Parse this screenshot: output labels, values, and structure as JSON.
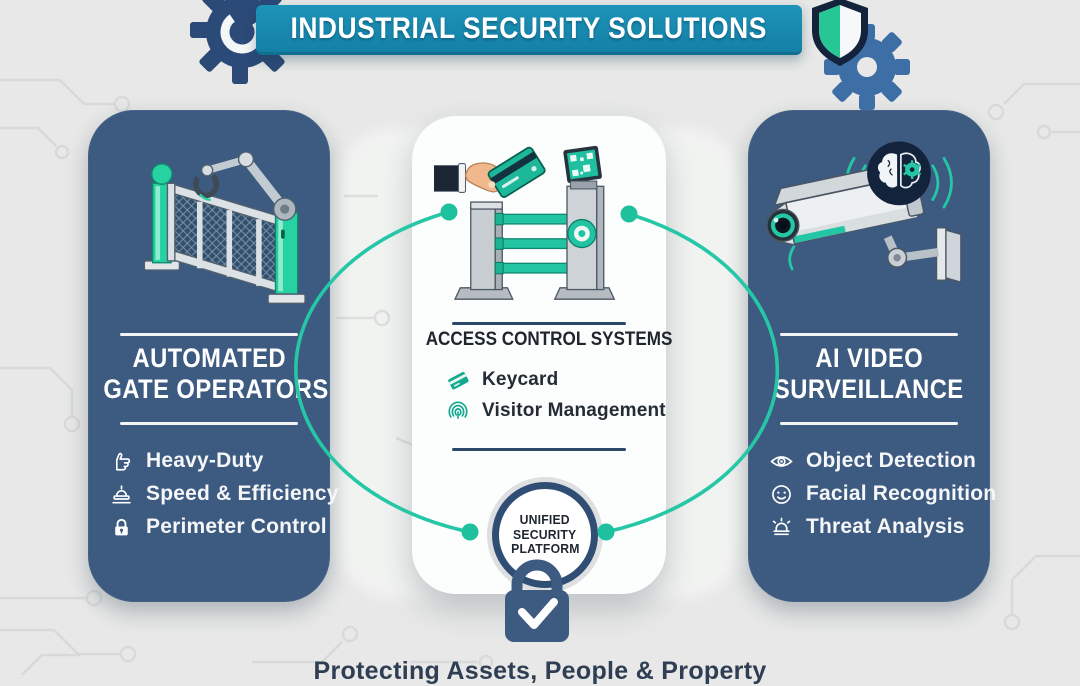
{
  "banner": {
    "title": "INDUSTRIAL SECURITY SOLUTIONS"
  },
  "left_panel": {
    "title_line1": "AUTOMATED",
    "title_line2": "GATE OPERATORS",
    "items": [
      {
        "icon": "work-glove-icon",
        "label": "Heavy-Duty"
      },
      {
        "icon": "stamp-press-icon",
        "label": "Speed & Efficiency"
      },
      {
        "icon": "padlock-icon",
        "label": "Perimeter Control"
      }
    ]
  },
  "center_panel": {
    "title": "ACCESS CONTROL SYSTEMS",
    "items": [
      {
        "icon": "keycard-icon",
        "label": "Keycard"
      },
      {
        "icon": "fingerprint-icon",
        "label": "Visitor Management"
      }
    ],
    "badge": {
      "line1": "UNIFIED",
      "line2": "SECURITY",
      "line3": "PLATFORM"
    }
  },
  "right_panel": {
    "title_line1": "AI VIDEO",
    "title_line2": "SURVEILLANCE",
    "items": [
      {
        "icon": "eye-icon",
        "label": "Object Detection"
      },
      {
        "icon": "face-icon",
        "label": "Facial Recognition"
      },
      {
        "icon": "siren-icon",
        "label": "Threat Analysis"
      }
    ]
  },
  "footer": {
    "caption": "Protecting Assets, People & Property"
  },
  "colors": {
    "background": "#E7E8E7",
    "panel_navy": "#3D5A80",
    "banner_teal": "#1A87AC",
    "accent_teal": "#25C7A6",
    "dark_navy": "#13233B"
  }
}
